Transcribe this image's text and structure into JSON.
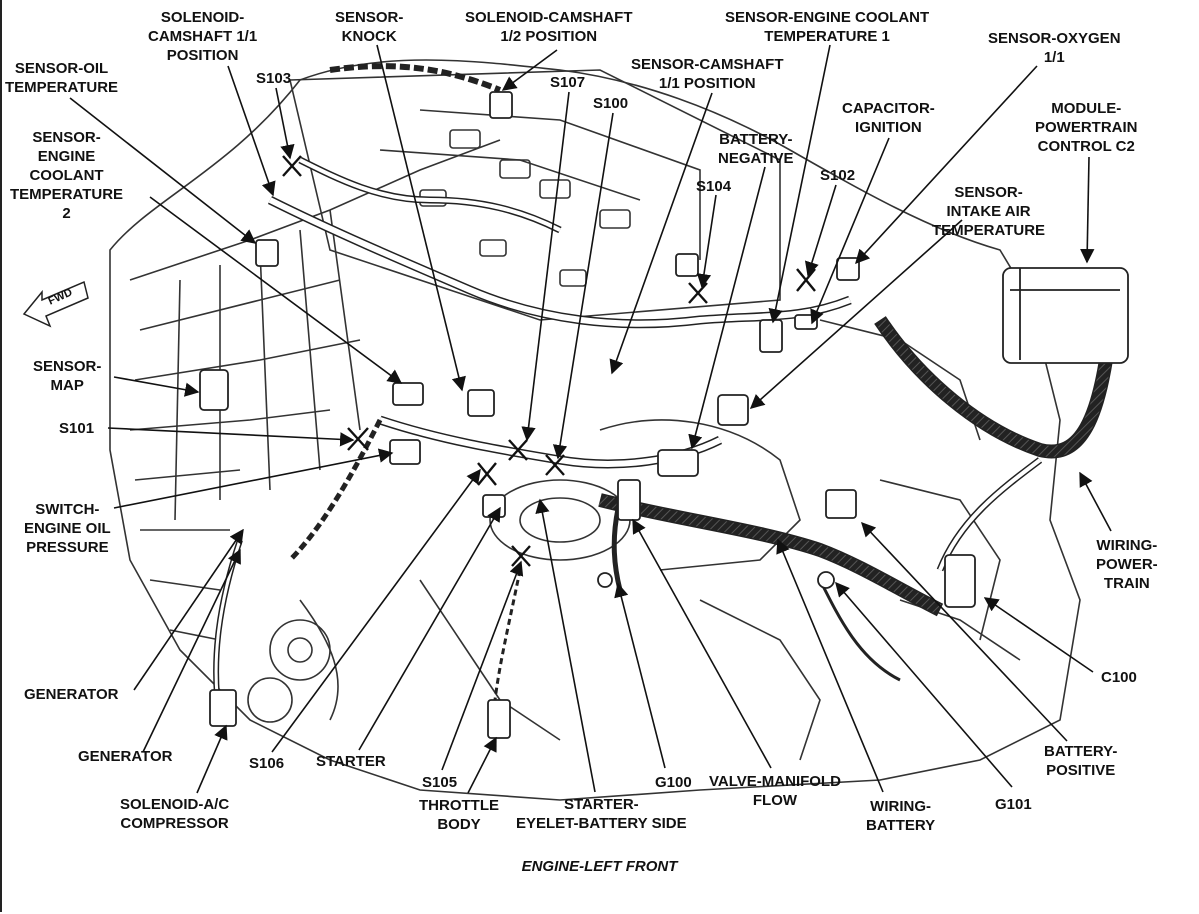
{
  "caption": "ENGINE-LEFT FRONT",
  "fwd_label": "FWD",
  "labels": {
    "solenoid_camshaft_11": "SOLENOID-\nCAMSHAFT 1/1\nPOSITION",
    "sensor_knock": "SENSOR-\nKNOCK",
    "solenoid_camshaft_12": "SOLENOID-CAMSHAFT\n1/2 POSITION",
    "sensor_ect1": "SENSOR-ENGINE COOLANT\nTEMPERATURE 1",
    "sensor_oxygen": "SENSOR-OXYGEN\n1/1",
    "sensor_oil_temp": "SENSOR-OIL\nTEMPERATURE",
    "s103": "S103",
    "s107": "S107",
    "sensor_camshaft_11": "SENSOR-CAMSHAFT\n1/1 POSITION",
    "s100": "S100",
    "capacitor_ignition": "CAPACITOR-\nIGNITION",
    "module_pcm": "MODULE-\nPOWERTRAIN\nCONTROL C2",
    "sensor_ect2": "SENSOR-\nENGINE\nCOOLANT\nTEMPERATURE\n2",
    "battery_negative": "BATTERY-\nNEGATIVE",
    "s102": "S102",
    "s104": "S104",
    "sensor_iat": "SENSOR-\nINTAKE AIR\nTEMPERATURE",
    "sensor_map": "SENSOR-\nMAP",
    "s101": "S101",
    "switch_oil_pressure": "SWITCH-\nENGINE OIL\nPRESSURE",
    "wiring_powertrain": "WIRING-\nPOWER-\nTRAIN",
    "c100": "C100",
    "generator_1": "GENERATOR",
    "generator_2": "GENERATOR",
    "s106": "S106",
    "starter": "STARTER",
    "battery_positive": "BATTERY-\nPOSITIVE",
    "s105": "S105",
    "g100": "G100",
    "valve_manifold": "VALVE-MANIFOLD\nFLOW",
    "g101": "G101",
    "solenoid_ac": "SOLENOID-A/C\nCOMPRESSOR",
    "throttle_body": "THROTTLE\nBODY",
    "starter_eyelet": "STARTER-\nEYELET-BATTERY SIDE",
    "wiring_battery": "WIRING-\nBATTERY"
  }
}
